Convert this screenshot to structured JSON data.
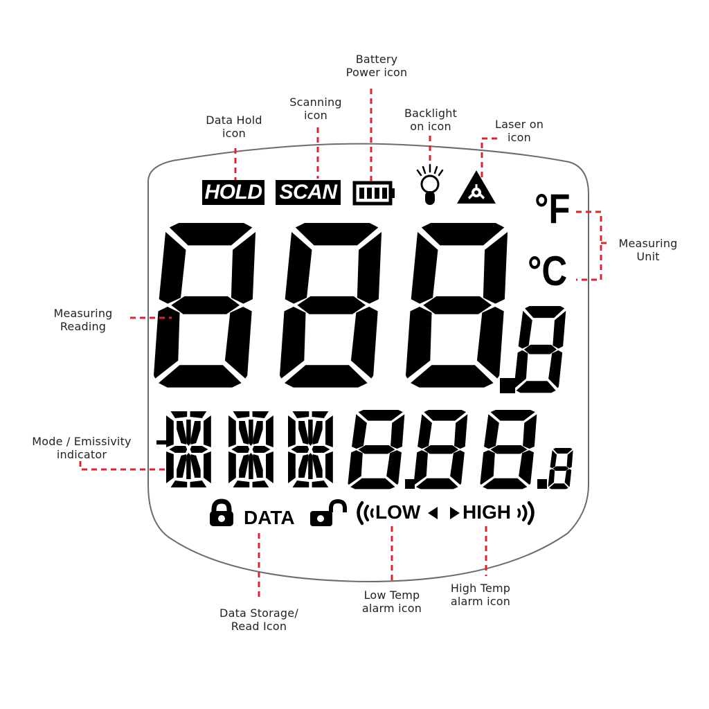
{
  "diagram": {
    "title": "LCD display legend",
    "colors": {
      "segment": "#000000",
      "leader_line": "#d9262c",
      "outline": "#6b6b6b",
      "label_text": "#222222",
      "background": "#ffffff"
    }
  },
  "display": {
    "status_row": {
      "hold_badge": "HOLD",
      "scan_badge": "SCAN",
      "battery_icon": "battery-full-icon",
      "backlight_icon": "bulb-icon",
      "laser_icon": "laser-warning-icon"
    },
    "units": {
      "fahrenheit": "°F",
      "celsius": "°C"
    },
    "main_reading": {
      "digits": "888",
      "decimal_digit": "8",
      "display": "888.8"
    },
    "secondary_row": {
      "mode_prefix": "-",
      "mode_chars": "888",
      "value_display": "8.88.8"
    },
    "bottom_row": {
      "lock_icon": "lock-closed-icon",
      "data_label": "DATA",
      "unlock_icon": "lock-open-icon",
      "low_label": "LOW",
      "high_label": "HIGH"
    }
  },
  "callouts": {
    "data_hold": {
      "line1": "Data Hold",
      "line2": "icon"
    },
    "scanning": {
      "line1": "Scanning",
      "line2": "icon"
    },
    "battery": {
      "line1": "Battery",
      "line2": "Power icon"
    },
    "backlight": {
      "line1": "Backlight",
      "line2": "on icon"
    },
    "laser": {
      "line1": "Laser on",
      "line2": "icon"
    },
    "measuring_unit": {
      "line1": "Measuring",
      "line2": "Unit"
    },
    "measuring_reading": {
      "line1": "Measuring",
      "line2": "Reading"
    },
    "mode_emissivity": {
      "line1": "Mode / Emissivity",
      "line2": "indicator"
    },
    "data_storage": {
      "line1": "Data Storage/",
      "line2": "Read Icon"
    },
    "low_temp": {
      "line1": "Low Temp",
      "line2": "alarm icon"
    },
    "high_temp": {
      "line1": "High Temp",
      "line2": "alarm icon"
    }
  }
}
